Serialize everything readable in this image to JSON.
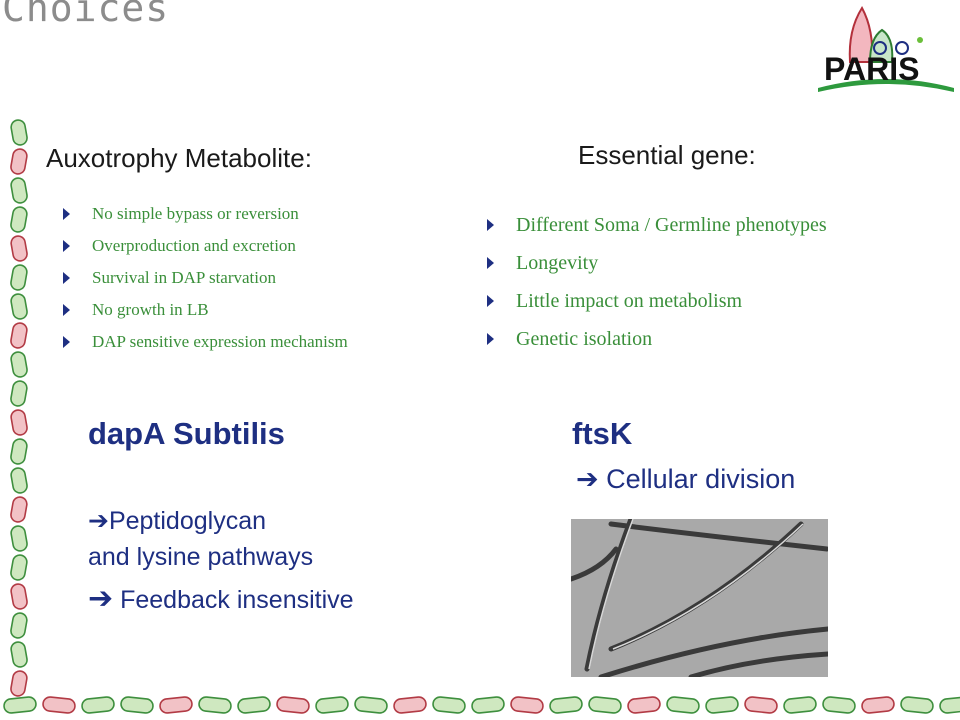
{
  "slide": {
    "title": "Choices",
    "logo_text": "PARIS",
    "left": {
      "heading": "Auxotrophy Metabolite:",
      "bullets": [
        "No simple bypass or reversion",
        "Overproduction and excretion",
        "Survival in DAP starvation",
        "No growth in LB",
        "DAP sensitive expression mechanism"
      ],
      "choice_title": "dapA Subtilis",
      "line1": "Peptidoglycan",
      "line2": "and lysine pathways",
      "line3": "Feedback insensitive"
    },
    "right": {
      "heading": "Essential gene:",
      "bullets": [
        "Different Soma / Germline phenotypes",
        "Longevity",
        "Little impact on metabolism",
        "Genetic isolation"
      ],
      "choice_title": "ftsK",
      "line1": "Cellular division"
    }
  },
  "colors": {
    "bullet_text": "#3a8f3a",
    "bullet_arrow": "#1e2f82",
    "heading_blue": "#1e2f82",
    "title_gray": "#8c8c8c"
  }
}
